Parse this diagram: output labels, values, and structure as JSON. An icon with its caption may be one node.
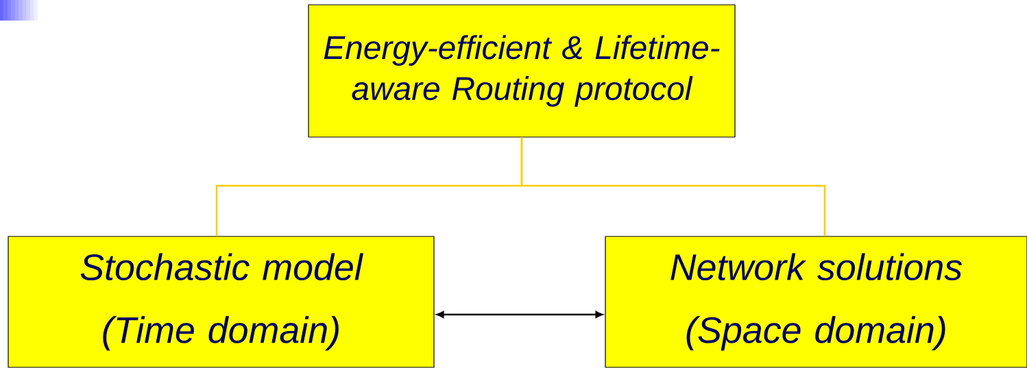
{
  "diagram": {
    "nodes": [
      {
        "text": [
          "Energy-efficient & Lifetime-aware Routing protocol"
        ]
      },
      {
        "text": [
          "Stochastic model (Time domain)"
        ]
      },
      {
        "text": [
          "Network solutions (Space domain)"
        ]
      }
    ],
    "edges": [
      {
        "from": 0,
        "to": 1,
        "arrow": "none",
        "color": "#ffcc00"
      },
      {
        "from": 0,
        "to": 2,
        "arrow": "none",
        "color": "#ffcc00"
      },
      {
        "from": 1,
        "to": 2,
        "arrow": "both",
        "color": "#000000"
      }
    ]
  }
}
